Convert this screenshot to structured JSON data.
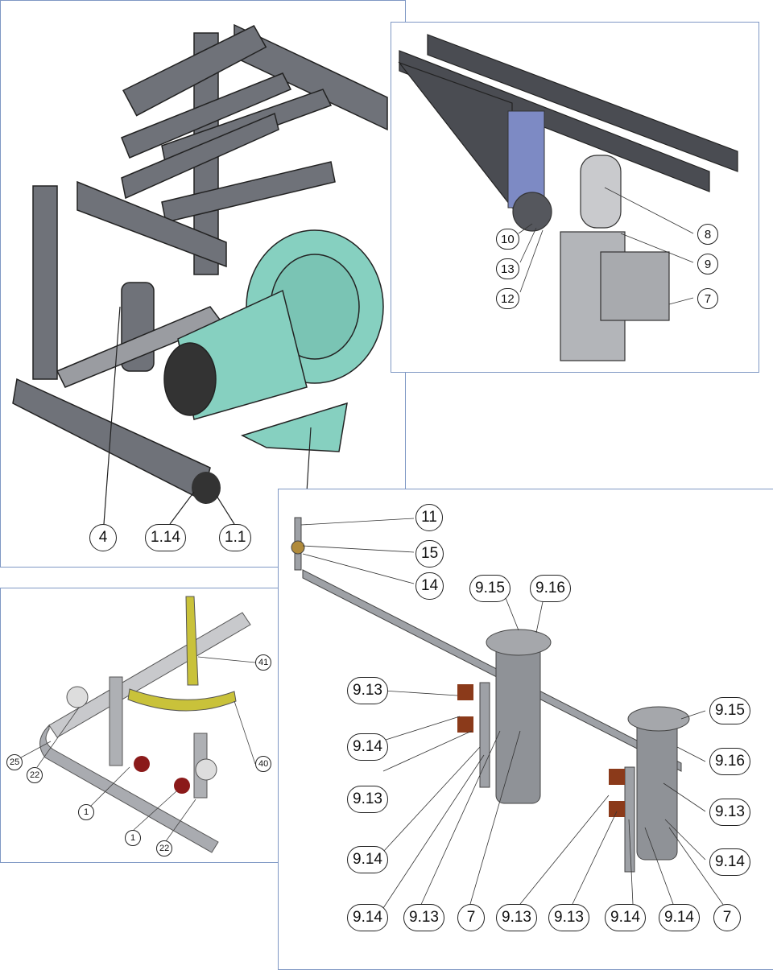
{
  "panel_blower": {
    "labels": [
      "4",
      "1.14",
      "1.1"
    ]
  },
  "panel_motor": {
    "labels": [
      "8",
      "9",
      "7",
      "10",
      "13",
      "12"
    ]
  },
  "panel_valves": {
    "labels": [
      "41",
      "40",
      "25",
      "22",
      "1",
      "1",
      "22"
    ]
  },
  "panel_filters": {
    "labels": [
      "11",
      "15",
      "14",
      "9.15",
      "9.16",
      "9.13",
      "9.14",
      "9.13",
      "9.14",
      "9.14",
      "9.13",
      "7",
      "9.15",
      "9.16",
      "9.13",
      "9.14",
      "9.13",
      "9.13",
      "9.14",
      "9.14",
      "7"
    ]
  },
  "colors": {
    "border": "#7f98c4",
    "metal": "#8a8d93",
    "blower": "#86d0c0",
    "hose": "#c9c23a",
    "valve": "#8b1a1a"
  }
}
